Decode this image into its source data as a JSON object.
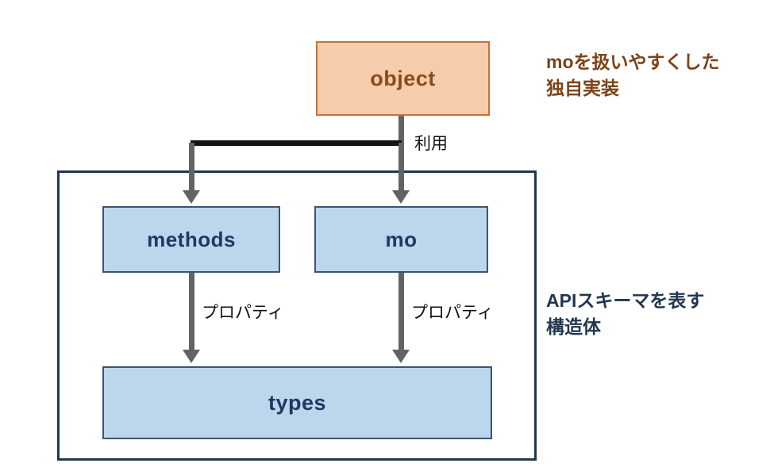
{
  "diagram": {
    "nodes": {
      "object": {
        "label": "object"
      },
      "methods": {
        "label": "methods"
      },
      "mo": {
        "label": "mo"
      },
      "types": {
        "label": "types"
      }
    },
    "edge_labels": {
      "object_to_group": "利用",
      "methods_to_types": "プロパティ",
      "mo_to_types": "プロパティ"
    },
    "annotations": {
      "object_note": "moを扱いやすくした\n独自実装",
      "container_note": "APIスキーマを表す\n構造体"
    },
    "colors": {
      "object_fill": "#f6cdac",
      "object_border": "#c9703a",
      "object_text": "#8a4b1d",
      "node_fill": "#bcd6ec",
      "node_border": "#3d5470",
      "node_text": "#1f3864",
      "container_border": "#22374f",
      "arrow": "#636363",
      "crossbar": "#141414",
      "annotation_object": "#7b4318",
      "annotation_container": "#22374f"
    }
  }
}
